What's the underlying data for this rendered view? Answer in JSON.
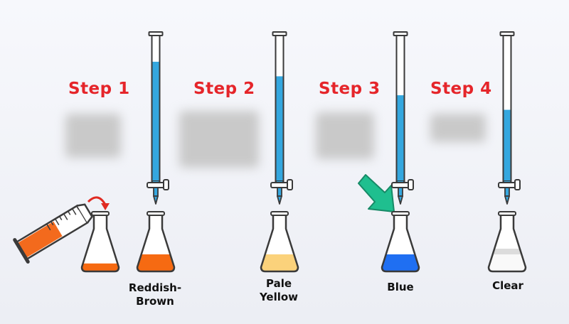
{
  "colors": {
    "step_label": "#e5252a",
    "titrant": "#34a7df",
    "outline": "#3a3a3a",
    "red_arrow": "#e02b22",
    "teal_arrow": "#1fbf8f",
    "cylinder_liquid": "#f36a1d",
    "blur_box": "#c9c9c9"
  },
  "steps": [
    {
      "label": "Step 1",
      "caption": ""
    },
    {
      "label": "Step 2",
      "caption": "Reddish-\nBrown",
      "flask_color": "#f66a12",
      "titrant_level": 0.82
    },
    {
      "label": "Step 3",
      "caption": "Pale\nYellow",
      "flask_color": "#fbd27b",
      "titrant_level": 0.72
    },
    {
      "label": "Step 4",
      "caption": "Blue",
      "flask_color": "#1f6ff2",
      "titrant_level": 0.59
    },
    {
      "label": "",
      "caption": "Clear",
      "flask_color": "#f9f9f9",
      "titrant_level": 0.49
    }
  ],
  "step1_flask_color": "#f66a12"
}
